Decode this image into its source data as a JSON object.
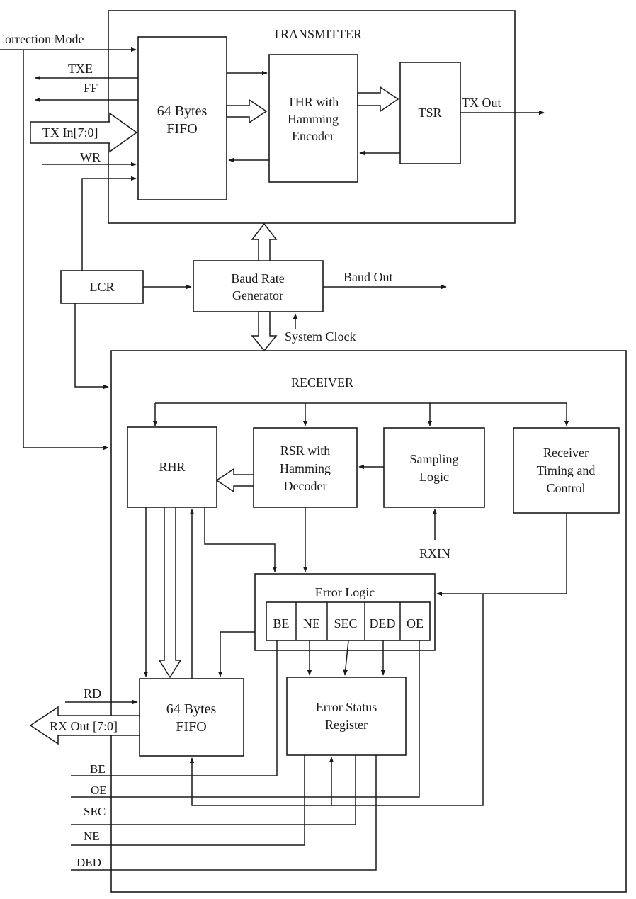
{
  "diagram": {
    "transmitter": {
      "title": "TRANSMITTER",
      "fifo": [
        "64 Bytes",
        "FIFO"
      ],
      "thr": [
        "THR with",
        "Hamming",
        "Encoder"
      ],
      "tsr": "TSR"
    },
    "receiver": {
      "title": "RECEIVER",
      "rhr": "RHR",
      "rsr": [
        "RSR with",
        "Hamming",
        "Decoder"
      ],
      "sampling": [
        "Sampling",
        "Logic"
      ],
      "timing": [
        "Receiver",
        "Timing and",
        "Control"
      ],
      "error_logic": "Error Logic",
      "error_bits": [
        "BE",
        "NE",
        "SEC",
        "DED",
        "OE"
      ],
      "fifo": [
        "64 Bytes",
        "FIFO"
      ],
      "error_status": [
        "Error Status",
        "Register"
      ]
    },
    "lcr": "LCR",
    "baud_generator": [
      "Baud Rate",
      "Generator"
    ],
    "signals": {
      "correction_mode": "Correction Mode",
      "txe": "TXE",
      "ff": "FF",
      "tx_in": "TX In[7:0]",
      "wr": "WR",
      "tx_out": "TX Out",
      "baud_out": "Baud Out",
      "system_clock": "System Clock",
      "rxin": "RXIN",
      "rd": "RD",
      "rx_out": "RX Out [7:0]",
      "be": "BE",
      "oe": "OE",
      "sec": "SEC",
      "ne": "NE",
      "ded": "DED"
    },
    "colors": {
      "line": "#1a1a1a",
      "fill": "#ffffff"
    }
  }
}
